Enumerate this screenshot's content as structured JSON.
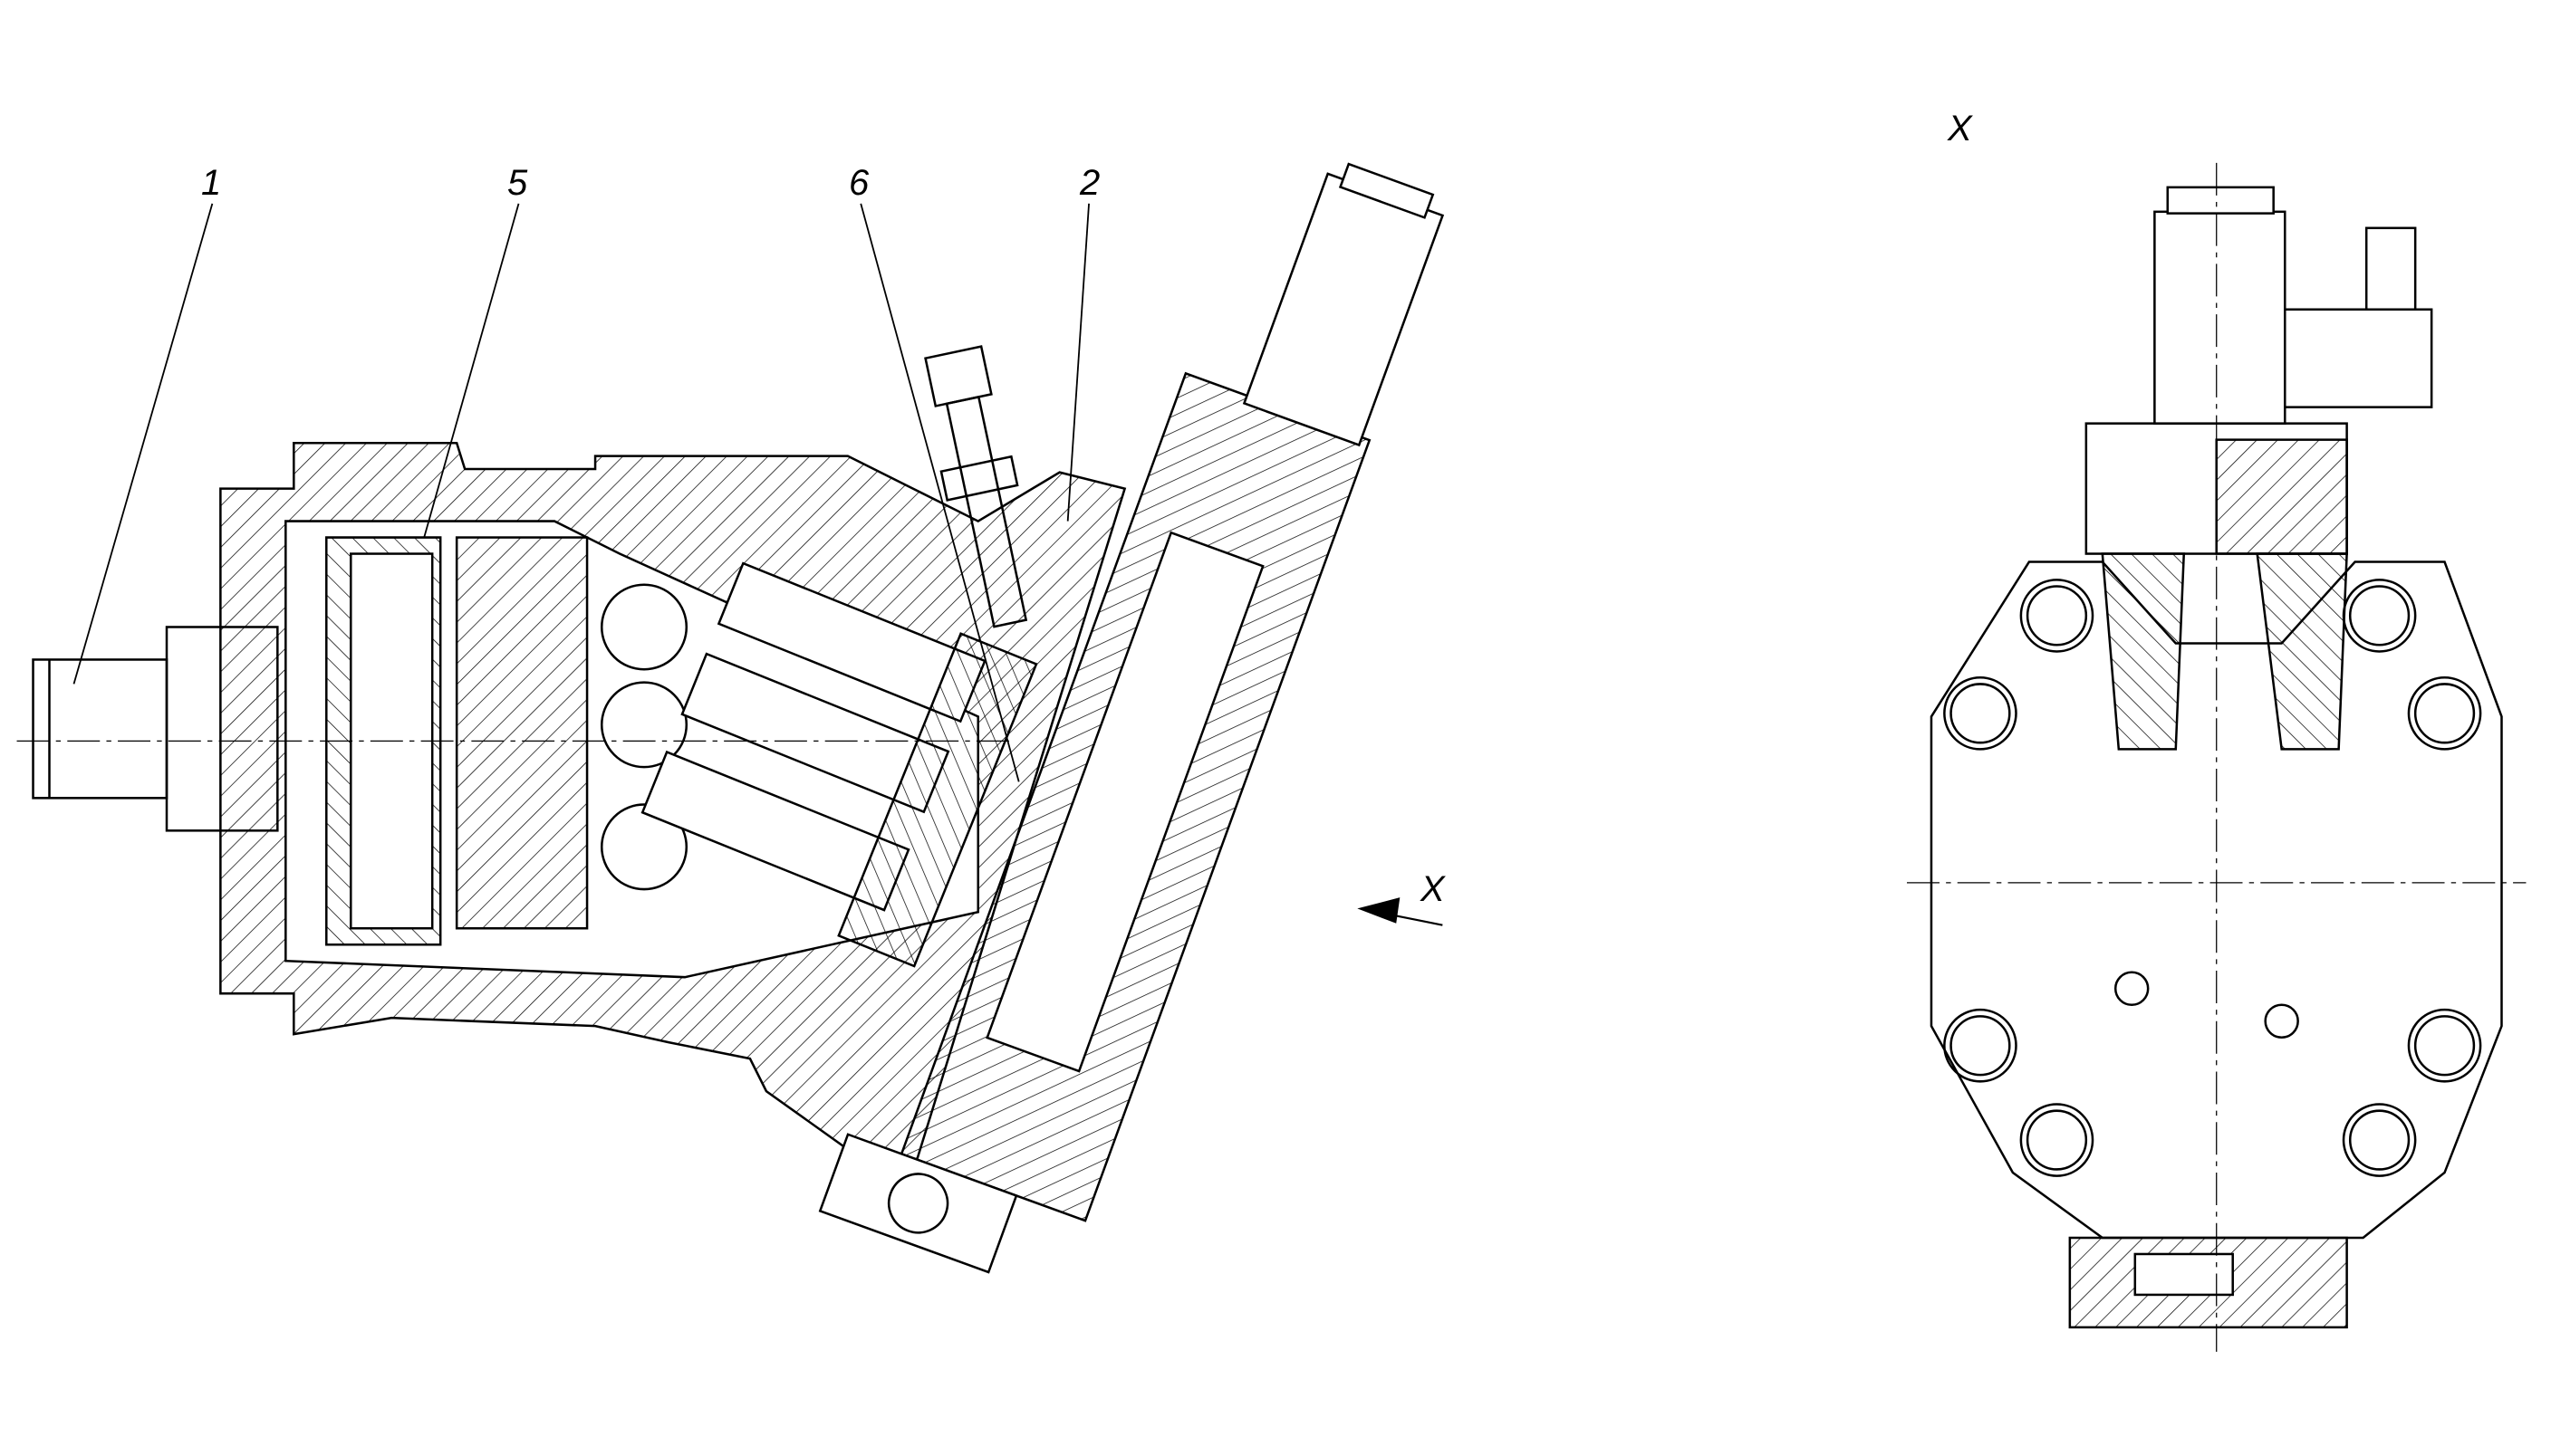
{
  "drawing": {
    "callouts": [
      {
        "id": "1",
        "text": "1"
      },
      {
        "id": "5",
        "text": "5"
      },
      {
        "id": "6",
        "text": "6"
      },
      {
        "id": "2",
        "text": "2"
      }
    ],
    "view_arrow_label": "X",
    "view_title": "X"
  },
  "colors": {
    "line": "#000000",
    "hatch": "#000000",
    "background": "#ffffff"
  }
}
